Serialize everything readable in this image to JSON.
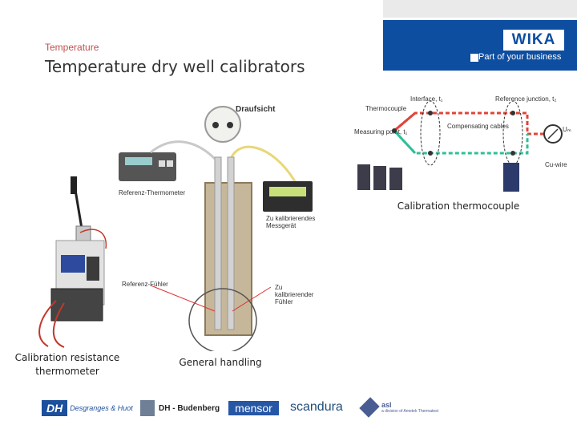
{
  "header": {
    "section": "Temperature",
    "title": "Temperature dry well calibrators"
  },
  "brand": {
    "name": "WIKA",
    "tagline": "Part of your business",
    "color": "#0d4ea1"
  },
  "diagram_general": {
    "top_view": "Draufsicht",
    "reference_thermometer": "Referenz-Thermometer",
    "device_under_test": "Zu kalibrierendes Messgerät",
    "reference_probe": "Referenz-Fühler",
    "probe_under_test": "Zu kalibrierender Fühler"
  },
  "diagram_thermocouple": {
    "interface": "Interface, t₁",
    "reference_junction": "Reference junction, t₂",
    "thermocouple": "Thermocouple",
    "measuring_point": "Measuring point, t₁",
    "compensating_cables": "Compensating cables",
    "cu_wire": "Cu-wire",
    "voltage": "Uₘ"
  },
  "captions": {
    "thermocouple": "Calibration thermocouple",
    "resistance": "Calibration resistance thermometer",
    "general": "General handling"
  },
  "partners": [
    {
      "name": "DH",
      "subtitle": "Desgranges & Huot"
    },
    {
      "name": "DH - Budenberg"
    },
    {
      "name": "mensor"
    },
    {
      "name": "scandura"
    },
    {
      "name": "asl",
      "subtitle": "a division of Ametek Thermatest"
    }
  ]
}
